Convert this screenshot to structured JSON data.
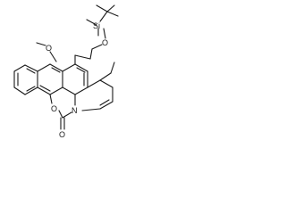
{
  "molecule": {
    "atoms": {
      "si": "Si",
      "o_silyl": "O",
      "o_methoxy": "O",
      "o_ring": "O",
      "o_carbonyl": "O",
      "n": "N"
    },
    "colors": {
      "ink": "#1a1a1a",
      "background": "#ffffff"
    }
  }
}
